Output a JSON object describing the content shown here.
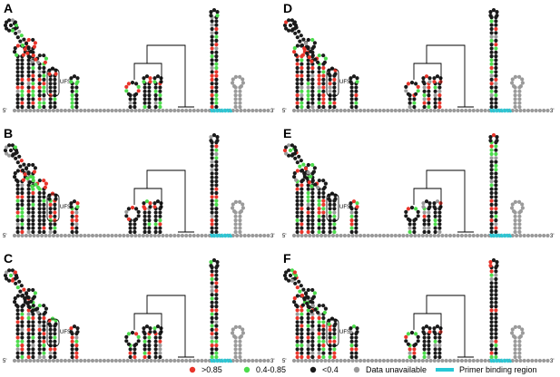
{
  "colors": {
    "high": "#e8342a",
    "mid": "#4cdb4c",
    "low": "#1a1a1a",
    "na": "#9a9a9a",
    "primer": "#27c8d6"
  },
  "labels": {
    "ufs": "UFS",
    "five_prime": "5'",
    "three_prime": "3'"
  },
  "panels": [
    {
      "id": "A"
    },
    {
      "id": "B"
    },
    {
      "id": "C"
    },
    {
      "id": "D"
    },
    {
      "id": "E"
    },
    {
      "id": "F"
    }
  ],
  "legend": [
    {
      "key": "high",
      "label": ">0.85"
    },
    {
      "key": "mid",
      "label": "0.4-0.85"
    },
    {
      "key": "low",
      "label": "<0.4"
    },
    {
      "key": "na",
      "label": "Data unavailable"
    },
    {
      "key": "primer",
      "label": "Primer binding region"
    }
  ]
}
